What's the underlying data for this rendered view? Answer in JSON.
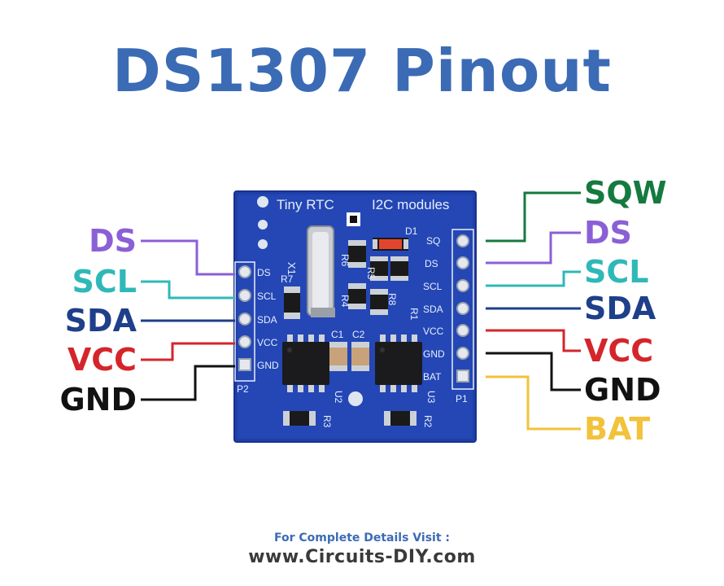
{
  "title": "DS1307 Pinout",
  "footer": {
    "caption": "For Complete Details Visit :",
    "url": "www.Circuits-DIY.com"
  },
  "board": {
    "header_left": "Tiny RTC",
    "header_right": "I2C modules",
    "crystal": "X1",
    "chips": [
      "U2",
      "U3"
    ],
    "capacitors": [
      "C1",
      "C2"
    ],
    "resistors": [
      "R7",
      "R6",
      "R5",
      "R8",
      "R4",
      "R1",
      "R3",
      "R2"
    ],
    "diode": "D1",
    "connector_left": "P2",
    "connector_right": "P1",
    "left_pins_silk": [
      "DS",
      "SCL",
      "SDA",
      "VCC",
      "GND"
    ],
    "right_pins_silk": [
      "SQ",
      "DS",
      "SCL",
      "SDA",
      "VCC",
      "GND",
      "BAT"
    ]
  },
  "left_pins": [
    {
      "label": "DS",
      "color": "#8b5fd6"
    },
    {
      "label": "SCL",
      "color": "#2fb8b8"
    },
    {
      "label": "SDA",
      "color": "#1e3f8a"
    },
    {
      "label": "VCC",
      "color": "#d4252b"
    },
    {
      "label": "GND",
      "color": "#111111"
    }
  ],
  "right_pins": [
    {
      "label": "SQW",
      "color": "#157a3f"
    },
    {
      "label": "DS",
      "color": "#8b5fd6"
    },
    {
      "label": "SCL",
      "color": "#2fb8b8"
    },
    {
      "label": "SDA",
      "color": "#1e3f8a"
    },
    {
      "label": "VCC",
      "color": "#d4252b"
    },
    {
      "label": "GND",
      "color": "#111111"
    },
    {
      "label": "BAT",
      "color": "#f2c23a"
    }
  ]
}
